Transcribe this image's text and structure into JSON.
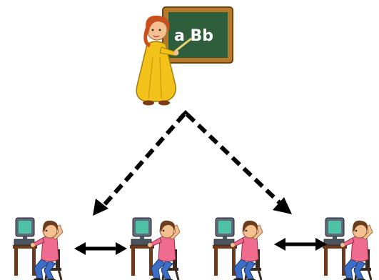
{
  "diagram": {
    "board_text": "a Bb",
    "colors": {
      "background": "#ffffff",
      "board": "#2f5e3c",
      "board_frame": "#b8792a",
      "board_text": "#ffffff",
      "teacher_dress": "#f2c21b",
      "teacher_hair": "#c8501c",
      "skin": "#f4c08f",
      "student_shirt": "#f06c8e",
      "student_jeans": "#3c6ec8",
      "student_hair": "#6b3e1f",
      "monitor": "#5f6a7a",
      "screen": "#4fc2a5",
      "desk": "#6b3a1d",
      "arrow": "#000000"
    },
    "icons": {
      "teacher": "teacher-at-chalkboard-icon",
      "student": "student-at-computer-icon",
      "dashed_arrow": "dashed-arrow",
      "double_arrow": "double-headed-arrow"
    }
  }
}
